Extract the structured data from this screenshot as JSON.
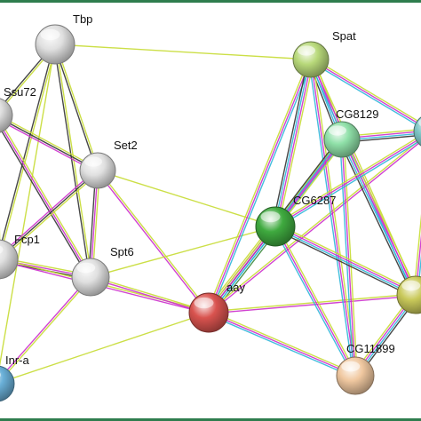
{
  "network": {
    "background": "#ffffff",
    "edge_colors": {
      "textmining": "#c6dc33",
      "coexpression": "#333333",
      "experimental": "#cc2fcc",
      "database": "#2fb6d9",
      "neighborhood": "#3c8a3c",
      "homology": "#9a9aff"
    },
    "nodes": [
      {
        "id": "tbp",
        "label": "Tbp",
        "color": "#e0e0e0"
      },
      {
        "id": "ssu72",
        "label": "Ssu72",
        "color": "#e0e0e0"
      },
      {
        "id": "set2",
        "label": "Set2",
        "color": "#e0e0e0"
      },
      {
        "id": "fcp1",
        "label": "Fcp1",
        "color": "#e0e0e0"
      },
      {
        "id": "spt6",
        "label": "Spt6",
        "color": "#e0e0e0"
      },
      {
        "id": "inra",
        "label": "Inr-a",
        "color": "#6ab0d8"
      },
      {
        "id": "aay",
        "label": "aay",
        "color": "#d9534f"
      },
      {
        "id": "spat",
        "label": "Spat",
        "color": "#b8d97a"
      },
      {
        "id": "cg8129",
        "label": "CG8129",
        "color": "#8fe0a8"
      },
      {
        "id": "cg6287",
        "label": "CG6287",
        "color": "#3faa3f"
      },
      {
        "id": "cg11899",
        "label": "CG11899",
        "color": "#f0c8a0"
      },
      {
        "id": "right_mid",
        "label": "",
        "color": "#c9c95a"
      },
      {
        "id": "right_top",
        "label": "",
        "color": "#7fc7c7"
      }
    ],
    "edges": [
      {
        "a": "tbp",
        "b": "spat",
        "types": [
          "textmining"
        ]
      },
      {
        "a": "tbp",
        "b": "ssu72",
        "types": [
          "textmining",
          "coexpression"
        ]
      },
      {
        "a": "tbp",
        "b": "set2",
        "types": [
          "textmining",
          "coexpression"
        ]
      },
      {
        "a": "tbp",
        "b": "spt6",
        "types": [
          "textmining",
          "coexpression"
        ]
      },
      {
        "a": "tbp",
        "b": "fcp1",
        "types": [
          "textmining",
          "coexpression"
        ]
      },
      {
        "a": "tbp",
        "b": "inra",
        "types": [
          "textmining"
        ]
      },
      {
        "a": "ssu72",
        "b": "set2",
        "types": [
          "textmining",
          "coexpression",
          "experimental"
        ]
      },
      {
        "a": "ssu72",
        "b": "spt6",
        "types": [
          "textmining",
          "experimental",
          "coexpression"
        ]
      },
      {
        "a": "ssu72",
        "b": "fcp1",
        "types": [
          "textmining",
          "experimental",
          "coexpression"
        ]
      },
      {
        "a": "set2",
        "b": "spt6",
        "types": [
          "textmining",
          "experimental",
          "coexpression"
        ]
      },
      {
        "a": "set2",
        "b": "fcp1",
        "types": [
          "textmining",
          "coexpression",
          "experimental"
        ]
      },
      {
        "a": "set2",
        "b": "aay",
        "types": [
          "textmining",
          "experimental"
        ]
      },
      {
        "a": "set2",
        "b": "cg6287",
        "types": [
          "textmining"
        ]
      },
      {
        "a": "fcp1",
        "b": "spt6",
        "types": [
          "textmining",
          "experimental",
          "coexpression"
        ]
      },
      {
        "a": "fcp1",
        "b": "aay",
        "types": [
          "textmining",
          "experimental"
        ]
      },
      {
        "a": "fcp1",
        "b": "inra",
        "types": [
          "textmining",
          "coexpression"
        ]
      },
      {
        "a": "spt6",
        "b": "aay",
        "types": [
          "textmining",
          "experimental"
        ]
      },
      {
        "a": "spt6",
        "b": "inra",
        "types": [
          "textmining",
          "experimental"
        ]
      },
      {
        "a": "spt6",
        "b": "cg6287",
        "types": [
          "textmining"
        ]
      },
      {
        "a": "inra",
        "b": "aay",
        "types": [
          "textmining"
        ]
      },
      {
        "a": "aay",
        "b": "cg6287",
        "types": [
          "textmining",
          "experimental",
          "coexpression",
          "database",
          "neighborhood"
        ]
      },
      {
        "a": "aay",
        "b": "spat",
        "types": [
          "textmining",
          "experimental",
          "database"
        ]
      },
      {
        "a": "aay",
        "b": "cg8129",
        "types": [
          "textmining",
          "experimental",
          "database"
        ]
      },
      {
        "a": "aay",
        "b": "cg11899",
        "types": [
          "textmining",
          "experimental",
          "database"
        ]
      },
      {
        "a": "aay",
        "b": "right_mid",
        "types": [
          "textmining",
          "experimental"
        ]
      },
      {
        "a": "aay",
        "b": "right_top",
        "types": [
          "textmining",
          "experimental"
        ]
      },
      {
        "a": "spat",
        "b": "cg8129",
        "types": [
          "textmining",
          "experimental",
          "database",
          "coexpression"
        ]
      },
      {
        "a": "spat",
        "b": "cg6287",
        "types": [
          "textmining",
          "experimental",
          "database",
          "coexpression"
        ]
      },
      {
        "a": "spat",
        "b": "cg11899",
        "types": [
          "textmining",
          "experimental",
          "database"
        ]
      },
      {
        "a": "spat",
        "b": "right_mid",
        "types": [
          "textmining",
          "experimental",
          "database"
        ]
      },
      {
        "a": "spat",
        "b": "right_top",
        "types": [
          "textmining",
          "experimental",
          "database"
        ]
      },
      {
        "a": "cg8129",
        "b": "cg6287",
        "types": [
          "textmining",
          "experimental",
          "database",
          "coexpression"
        ]
      },
      {
        "a": "cg8129",
        "b": "cg11899",
        "types": [
          "textmining",
          "experimental",
          "database"
        ]
      },
      {
        "a": "cg8129",
        "b": "right_mid",
        "types": [
          "textmining",
          "experimental",
          "database",
          "coexpression"
        ]
      },
      {
        "a": "cg8129",
        "b": "right_top",
        "types": [
          "textmining",
          "experimental",
          "database",
          "coexpression"
        ]
      },
      {
        "a": "cg6287",
        "b": "cg11899",
        "types": [
          "textmining",
          "experimental",
          "database"
        ]
      },
      {
        "a": "cg6287",
        "b": "right_mid",
        "types": [
          "textmining",
          "experimental",
          "database",
          "coexpression"
        ]
      },
      {
        "a": "cg6287",
        "b": "right_top",
        "types": [
          "textmining",
          "experimental",
          "database"
        ]
      },
      {
        "a": "cg11899",
        "b": "right_mid",
        "types": [
          "textmining",
          "experimental",
          "database",
          "coexpression"
        ]
      },
      {
        "a": "right_mid",
        "b": "right_top",
        "types": [
          "textmining",
          "experimental",
          "database"
        ]
      }
    ]
  }
}
